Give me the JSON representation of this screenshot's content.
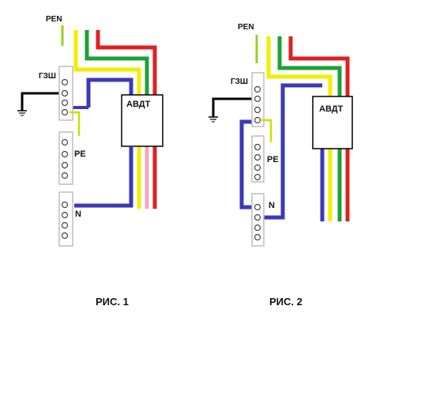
{
  "colors": {
    "red": "#e02020",
    "green": "#1fa035",
    "yellow": "#f2ee00",
    "blue": "#3a3ab8",
    "pink": "#f0a8c0",
    "black": "#000000",
    "lime": "#9ad020"
  },
  "figure1": {
    "pen_label": "PEN",
    "gzsh_label": "ГЗШ",
    "pe_label": "PE",
    "n_label": "N",
    "device_label": "АВДТ",
    "caption": "РИС. 1"
  },
  "figure2": {
    "pen_label": "PEN",
    "gzsh_label": "ГЗШ",
    "pe_label": "PE",
    "n_label": "N",
    "device_label": "АВДТ",
    "caption": "РИС. 2"
  }
}
